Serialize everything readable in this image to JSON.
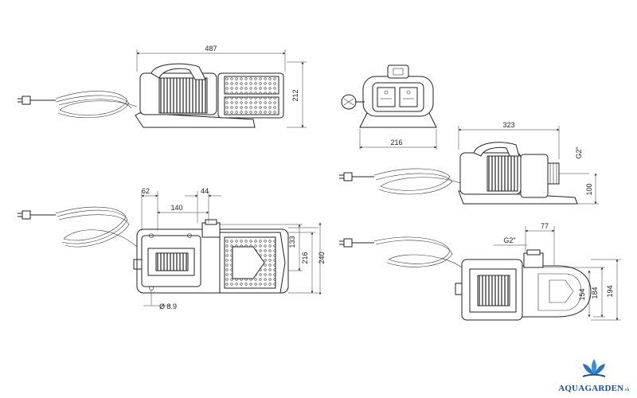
{
  "dimensions": {
    "top_side": {
      "length": "487",
      "height": "212"
    },
    "front": {
      "width": "216"
    },
    "right_side": {
      "length": "323",
      "thread": "G2\"",
      "outlet_height": "100"
    },
    "top_view": {
      "d1": "62",
      "d2": "44",
      "d3": "140",
      "h1": "133",
      "h2": "216",
      "h3": "240",
      "hole": "Ø 8.9"
    },
    "bottom_right": {
      "offset": "77",
      "thread": "G2\"",
      "h1": "154",
      "h2": "184",
      "h3": "194"
    }
  },
  "brand": {
    "name": "AQUAGARDEN",
    "suffix": ".sk",
    "color": "#1e4f8f"
  }
}
